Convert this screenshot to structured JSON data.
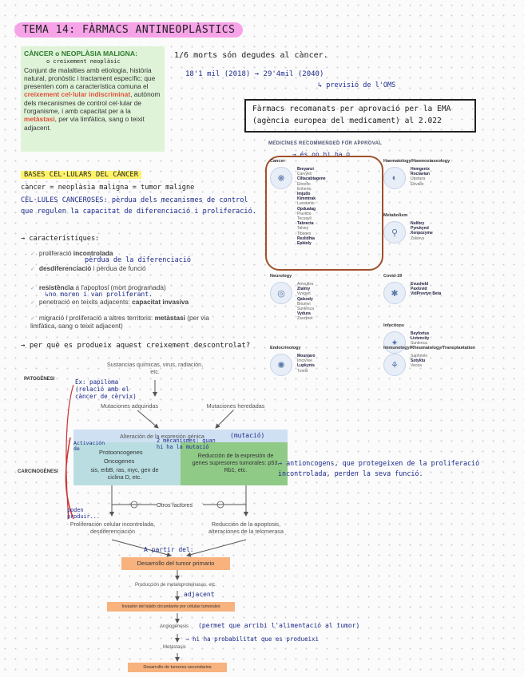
{
  "title": "TEMA 14: FÀRMACS ANTINEOPLÀSTICS",
  "cancer_box": {
    "heading": "CÀNCER o NEOPLÀSIA MALIGNA:",
    "note": "o creixement neoplàsic",
    "text_1": "Conjunt de malalties amb etiologia, història natural, pronòstic i tractament específic; que presenten com a característica comuna el",
    "red_1": "creixement cel·lular indiscriminat",
    "text_2": ", autònom dels mecanismes de control cel·lular de l'organisme, i amb capacitat per a la",
    "red_2": "metàstasi",
    "text_3": ", per via limfàtica, sang o teixit adjacent."
  },
  "stats": {
    "line1": "1/6 morts són degudes al càncer.",
    "line2": "18'1 mil (2018) → 29'4mil (2040)",
    "line3": "↳ previsió de l'OMS"
  },
  "ema_box": "Fàrmacs recomanats per aprovació per la EMA (agència europea del medicament) al 2.022",
  "medicines": {
    "header": "MEDICINES RECOMMENDED FOR APPROVAL",
    "handnote": "→ és on hi ha ☺",
    "groups": [
      {
        "name": "Cancer",
        "icon": "❋",
        "items": [
          "Breyanzi",
          "Carvykti",
          "Ciltacabtagene",
          "Elrexfio",
          "Enhertu",
          "Imjudo",
          "Kimmtrak",
          "Lunsumio",
          "Opdualag",
          "Pluvicto",
          "Tecvayli",
          "Tabrecta",
          "Talvey",
          "Tibsovo",
          "Rezlidhia",
          "Epkinly"
        ],
        "highlight": [
          0,
          2,
          5,
          6,
          8,
          11,
          14,
          15
        ]
      },
      {
        "name": "Haematology/Haemostaseology",
        "icon": "◐",
        "items": [
          "Hemgenix",
          "Roctavian",
          "Upstaza",
          "Ebvallo"
        ],
        "highlight": [
          0,
          1
        ]
      },
      {
        "name": "Metabolism",
        "icon": "⚲",
        "items": [
          "Nulibry",
          "Pyrukynd",
          "Xenpozyme",
          "Zokinvy"
        ],
        "highlight": [
          0,
          1,
          2
        ]
      },
      {
        "name": "Neurology",
        "icon": "◎",
        "items": [
          "Amvuttra",
          "Ztalmy",
          "Vyvgart",
          "Qalsody",
          "Briumvi",
          "Sunlenca",
          "Vydura",
          "Zavzpret"
        ],
        "highlight": [
          1,
          3,
          6
        ]
      },
      {
        "name": "Covid-19",
        "icon": "✱",
        "items": [
          "Evusheld",
          "Paxlovid",
          "VidPrevtyn Beta"
        ],
        "highlight": [
          0,
          1,
          2
        ]
      },
      {
        "name": "Infections",
        "icon": "✦",
        "items": [
          "Beyfortus",
          "Livtencity",
          "Sunlenca"
        ],
        "highlight": [
          0,
          1
        ]
      },
      {
        "name": "Endocrinology",
        "icon": "✺",
        "items": [
          "Mounjaro",
          "Imcivree",
          "Lupkynis",
          "Tzield"
        ],
        "highlight": [
          0,
          2
        ]
      },
      {
        "name": "Immunology/Rheumatology/Transplantation",
        "icon": "⚘",
        "items": [
          "Saphnelo",
          "Sotyktu",
          "Veoza"
        ],
        "highlight": [
          1
        ]
      }
    ]
  },
  "bases": {
    "heading": "BASES CEL·LULARS DEL CÀNCER",
    "eq": "càncer = neoplàsia maligna = tumor maligne",
    "def_label": "CÈL·LULES CANCEROSES:",
    "def": "pèrdua dels mecanismes de control que regulen la capacitat de diferenciació i proliferació.",
    "char_label": "→ característiques:",
    "items": [
      {
        "pre": "proliferació ",
        "bold": "incontrolada",
        "post": ""
      },
      {
        "pre": "desdiferenciació",
        "bold": "",
        "post": " i pèrdua de funció"
      },
      {
        "pre": "resistència",
        "bold": "",
        "post": " a l'apoptosi (mort programada)"
      },
      {
        "pre": "penetració en teixits adjacents: ",
        "bold": "capacitat invasiva",
        "post": ""
      },
      {
        "pre": "migració i proliferació a altres territoris: ",
        "bold": "metàstasi",
        "post": " (per via limfàtica, sang o teixit adjacent)"
      }
    ],
    "note1": "pèrdua de la diferenciació",
    "note2": "↳no moren i van proliferant.",
    "question": "→ per què es produeix aquest creixement descontrolat?"
  },
  "diagram": {
    "patogenesi": "PATOGÈNESI",
    "carcinogenesi": "CARCINOGÈNESI",
    "causes": "Sustancias químicas, virus, radiación, etc.",
    "ex": "Ex: papiloma (relació amb el càncer de cèrvix)",
    "mut_adq": "Mutaciones adquiridas",
    "mut_her": "Mutaciones heredadas",
    "alteracion": "Alteración de la expresión génica",
    "mutacio": "(mutació)",
    "activacion": "Activación de",
    "proto": "Protooncogenes",
    "onco": "Oncogenes",
    "genes_list": "sis, erbB, ras, myc, gen de ciclina D, etc.",
    "reduccion": "Reducción de la expresión de genes supresores tumorales: p53, Rb1, etc.",
    "mecanismes": "2 mecanismes: quan hi ha la mutació",
    "antionco": "→ antioncogens, que protegeixen de la proliferació incontrolada, perden la seva funció.",
    "otros": "Otros factores",
    "prolif": "Proliferación celular incontrolada, desdiferenciación",
    "apoptosis": "Reducción de la apoptosis, alteraciones de la telomerasa",
    "poden": "poden produir...",
    "apartir": "A partir del:",
    "desarrollo": "Desarrollo del tumor primario",
    "metalo": "Producción de metaloproteinasas, etc.",
    "adjacent": "adjacent",
    "invasion": "Invasión del tejido circundante por células tumorales",
    "angio": "Angiogénesis",
    "angio_note": "(permet que arribi l'alimentació al tumor)",
    "more_prob": "→ hi ha probabilitat que es produeixi",
    "metastasis": "Metástasis",
    "secundarios": "Desarrollo de tumores secundarios"
  }
}
